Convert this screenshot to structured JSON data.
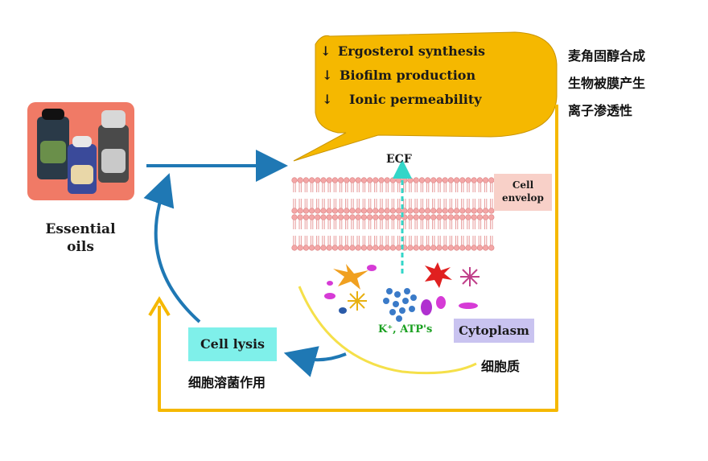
{
  "bubble": {
    "lines": [
      {
        "arrow": "↓",
        "text": "Ergosterol synthesis"
      },
      {
        "arrow": "↓",
        "text": "Biofilm production"
      },
      {
        "arrow": "↓",
        "text": "Ionic permeability"
      }
    ],
    "color": "#f5b800"
  },
  "chinese_notes": {
    "line1": "麦角固醇合成",
    "line2": "生物被膜产生",
    "line3": "离子渗透性"
  },
  "essential_oils": {
    "label_line1": "Essential",
    "label_line2": "oils"
  },
  "cell": {
    "ecf_label": "ECF",
    "envelope_line1": "Cell",
    "envelope_line2": "envelop",
    "ions_label": "K⁺, ATP's",
    "cytoplasm_label": "Cytoplasm",
    "cytoplasm_cn": "细胞质"
  },
  "lysis": {
    "label": "Cell lysis",
    "label_cn": "细胞溶菌作用"
  },
  "colors": {
    "flow_arrow": "#1f78b4",
    "feedback_line": "#f5b800",
    "membrane": "#f4a6a6",
    "envelope_box": "#f8d0c8",
    "lysis_box": "#7ff0ea",
    "cytoplasm_box": "#c9c3f0",
    "ecf_arrow": "#33d6c8"
  }
}
